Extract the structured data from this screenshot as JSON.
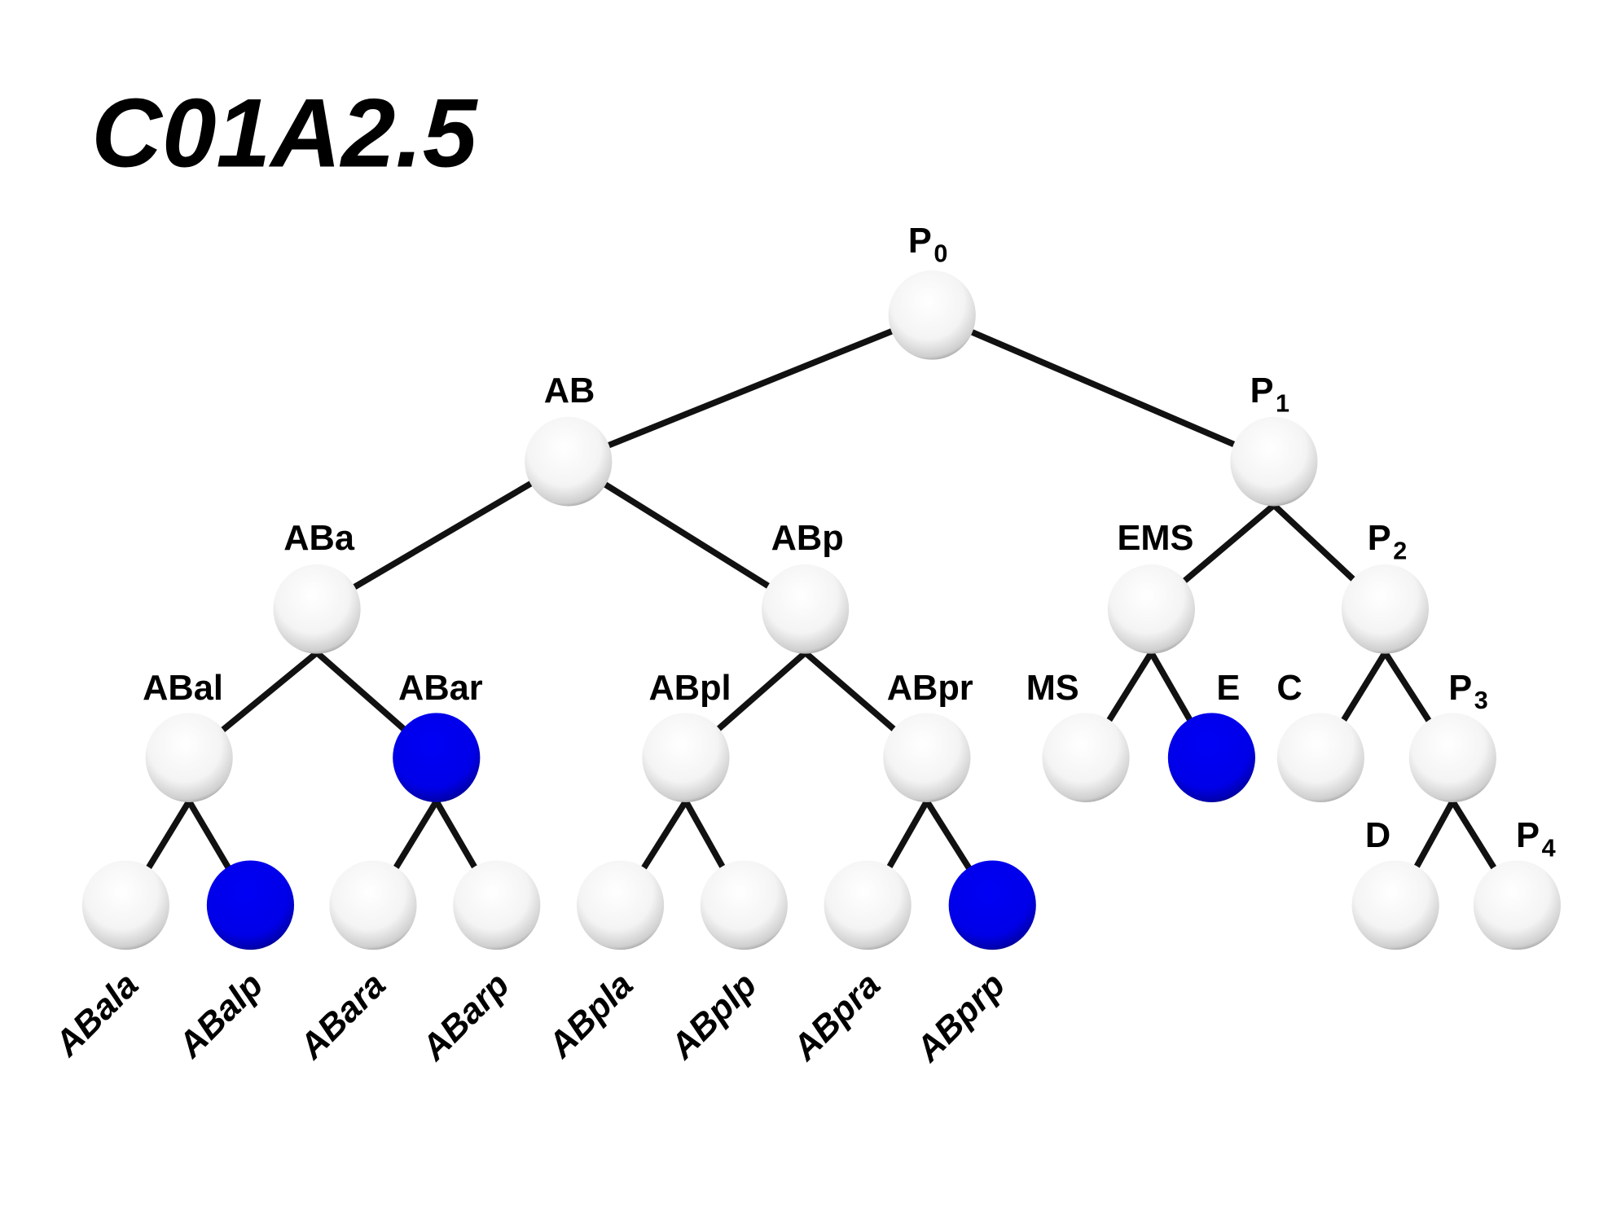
{
  "title": "C01A2.5",
  "colors": {
    "expressed": "#0000ee",
    "not_expressed": "#ffffff",
    "edge": "#111111"
  },
  "nodes": [
    {
      "id": "P0",
      "label": "P",
      "sub": "0",
      "expressed": false
    },
    {
      "id": "AB",
      "label": "AB",
      "sub": "",
      "parent": "P0",
      "expressed": false
    },
    {
      "id": "P1",
      "label": "P",
      "sub": "1",
      "parent": "P0",
      "expressed": false
    },
    {
      "id": "ABa",
      "label": "ABa",
      "sub": "",
      "parent": "AB",
      "expressed": false
    },
    {
      "id": "ABp",
      "label": "ABp",
      "sub": "",
      "parent": "AB",
      "expressed": false
    },
    {
      "id": "EMS",
      "label": "EMS",
      "sub": "",
      "parent": "P1",
      "expressed": false
    },
    {
      "id": "P2",
      "label": "P",
      "sub": "2",
      "parent": "P1",
      "expressed": false
    },
    {
      "id": "ABal",
      "label": "ABal",
      "sub": "",
      "parent": "ABa",
      "expressed": false
    },
    {
      "id": "ABar",
      "label": "ABar",
      "sub": "",
      "parent": "ABa",
      "expressed": true
    },
    {
      "id": "ABpl",
      "label": "ABpl",
      "sub": "",
      "parent": "ABp",
      "expressed": false
    },
    {
      "id": "ABpr",
      "label": "ABpr",
      "sub": "",
      "parent": "ABp",
      "expressed": false
    },
    {
      "id": "MS",
      "label": "MS",
      "sub": "",
      "parent": "EMS",
      "expressed": false
    },
    {
      "id": "E",
      "label": "E",
      "sub": "",
      "parent": "EMS",
      "expressed": true
    },
    {
      "id": "C",
      "label": "C",
      "sub": "",
      "parent": "P2",
      "expressed": false
    },
    {
      "id": "P3",
      "label": "P",
      "sub": "3",
      "parent": "P2",
      "expressed": false
    },
    {
      "id": "ABala",
      "label": "ABala",
      "sub": "",
      "parent": "ABal",
      "expressed": false,
      "leaf": true
    },
    {
      "id": "ABalp",
      "label": "ABalp",
      "sub": "",
      "parent": "ABal",
      "expressed": true,
      "leaf": true
    },
    {
      "id": "ABara",
      "label": "ABara",
      "sub": "",
      "parent": "ABar",
      "expressed": false,
      "leaf": true
    },
    {
      "id": "ABarp",
      "label": "ABarp",
      "sub": "",
      "parent": "ABar",
      "expressed": false,
      "leaf": true
    },
    {
      "id": "ABpla",
      "label": "ABpla",
      "sub": "",
      "parent": "ABpl",
      "expressed": false,
      "leaf": true
    },
    {
      "id": "ABplp",
      "label": "ABplp",
      "sub": "",
      "parent": "ABpl",
      "expressed": false,
      "leaf": true
    },
    {
      "id": "ABpra",
      "label": "ABpra",
      "sub": "",
      "parent": "ABpr",
      "expressed": false,
      "leaf": true
    },
    {
      "id": "ABprp",
      "label": "ABprp",
      "sub": "",
      "parent": "ABpr",
      "expressed": true,
      "leaf": true
    },
    {
      "id": "D",
      "label": "D",
      "sub": "",
      "parent": "P3",
      "expressed": false
    },
    {
      "id": "P4",
      "label": "P",
      "sub": "4",
      "parent": "P3",
      "expressed": false
    }
  ]
}
